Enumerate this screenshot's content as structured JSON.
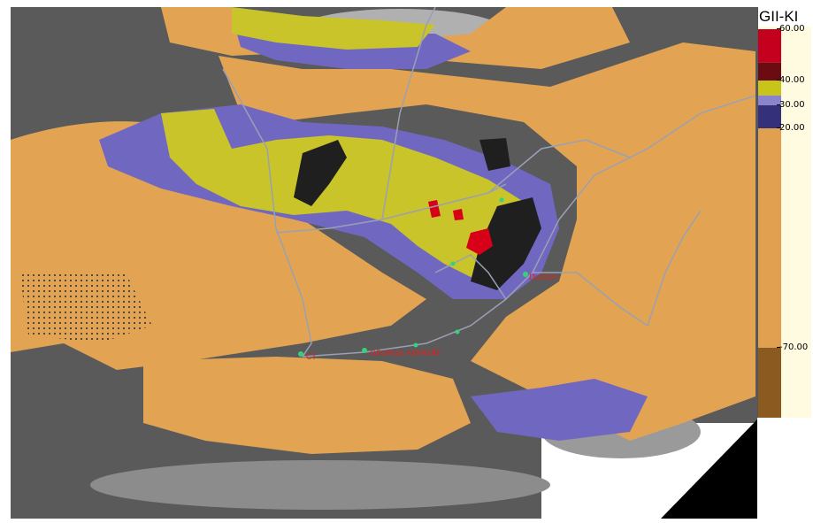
{
  "legend": {
    "title": "GII-KI",
    "ticks": [
      {
        "label": "60.00",
        "value": 60
      },
      {
        "label": "40.00",
        "value": 40
      },
      {
        "label": "30.00",
        "value": 30
      },
      {
        "label": "20.00",
        "value": 20
      },
      {
        "label": "-70.00",
        "value": -70
      }
    ],
    "bands": [
      {
        "from": 60,
        "to": 47,
        "color": "#c4001e"
      },
      {
        "from": 47,
        "to": 40,
        "color": "#6b0b12"
      },
      {
        "from": 40,
        "to": 34,
        "color": "#c9c419"
      },
      {
        "from": 34,
        "to": 30,
        "color": "#8b84cc"
      },
      {
        "from": 30,
        "to": 20,
        "color": "#35307a"
      },
      {
        "from": 20,
        "to": -70,
        "color": "#e0a050"
      }
    ]
  },
  "colors": {
    "background_cloud": "#5a5a5a",
    "low_index": "#e2a452",
    "mid_index": "#7068c0",
    "high_index": "#c8c42a",
    "very_high_index": "#d80018",
    "station_marker": "#34d27a",
    "station_text": "#e0201a",
    "boundary": "#9aa0b4"
  },
  "stations": [
    {
      "name": "Durban",
      "lon": 31.0,
      "lat": -29.9
    },
    {
      "name": "CT",
      "lon": 18.6,
      "lat": -33.9
    },
    {
      "name": "GEORGE AIRPORT",
      "lon": 22.4,
      "lat": -34.0
    }
  ]
}
